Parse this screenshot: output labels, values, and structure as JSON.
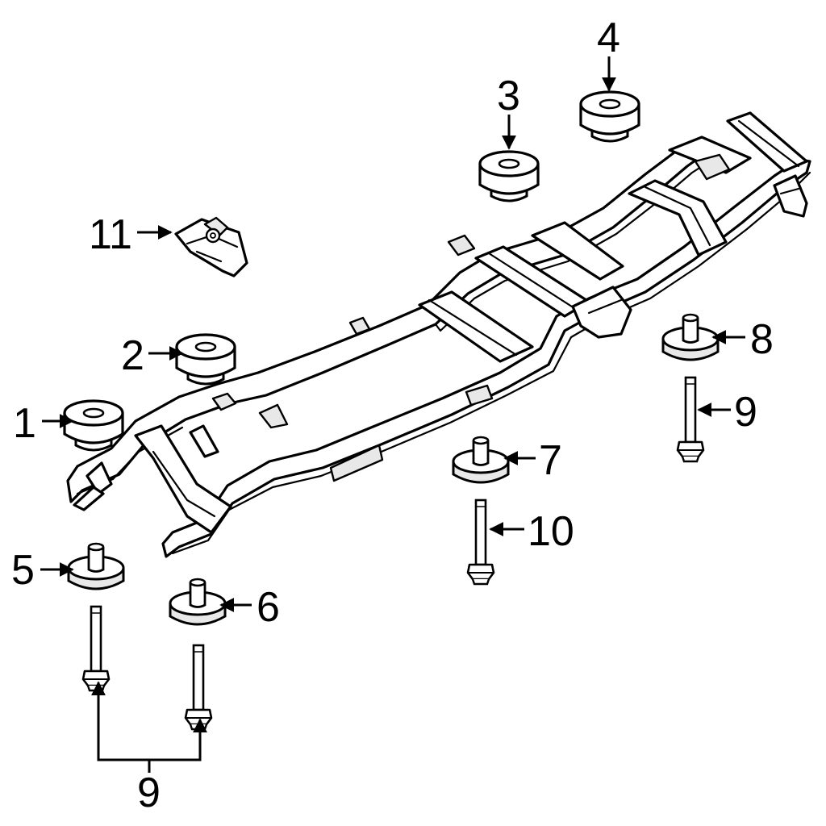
{
  "callouts": {
    "c1": "1",
    "c2": "2",
    "c3": "3",
    "c4": "4",
    "c5": "5",
    "c6": "6",
    "c7": "7",
    "c8": "8",
    "c9_right": "9",
    "c9_bottom": "9",
    "c10": "10",
    "c11": "11"
  },
  "colors": {
    "line": "#000000",
    "background": "#ffffff",
    "shade": "#e8e8e8"
  }
}
